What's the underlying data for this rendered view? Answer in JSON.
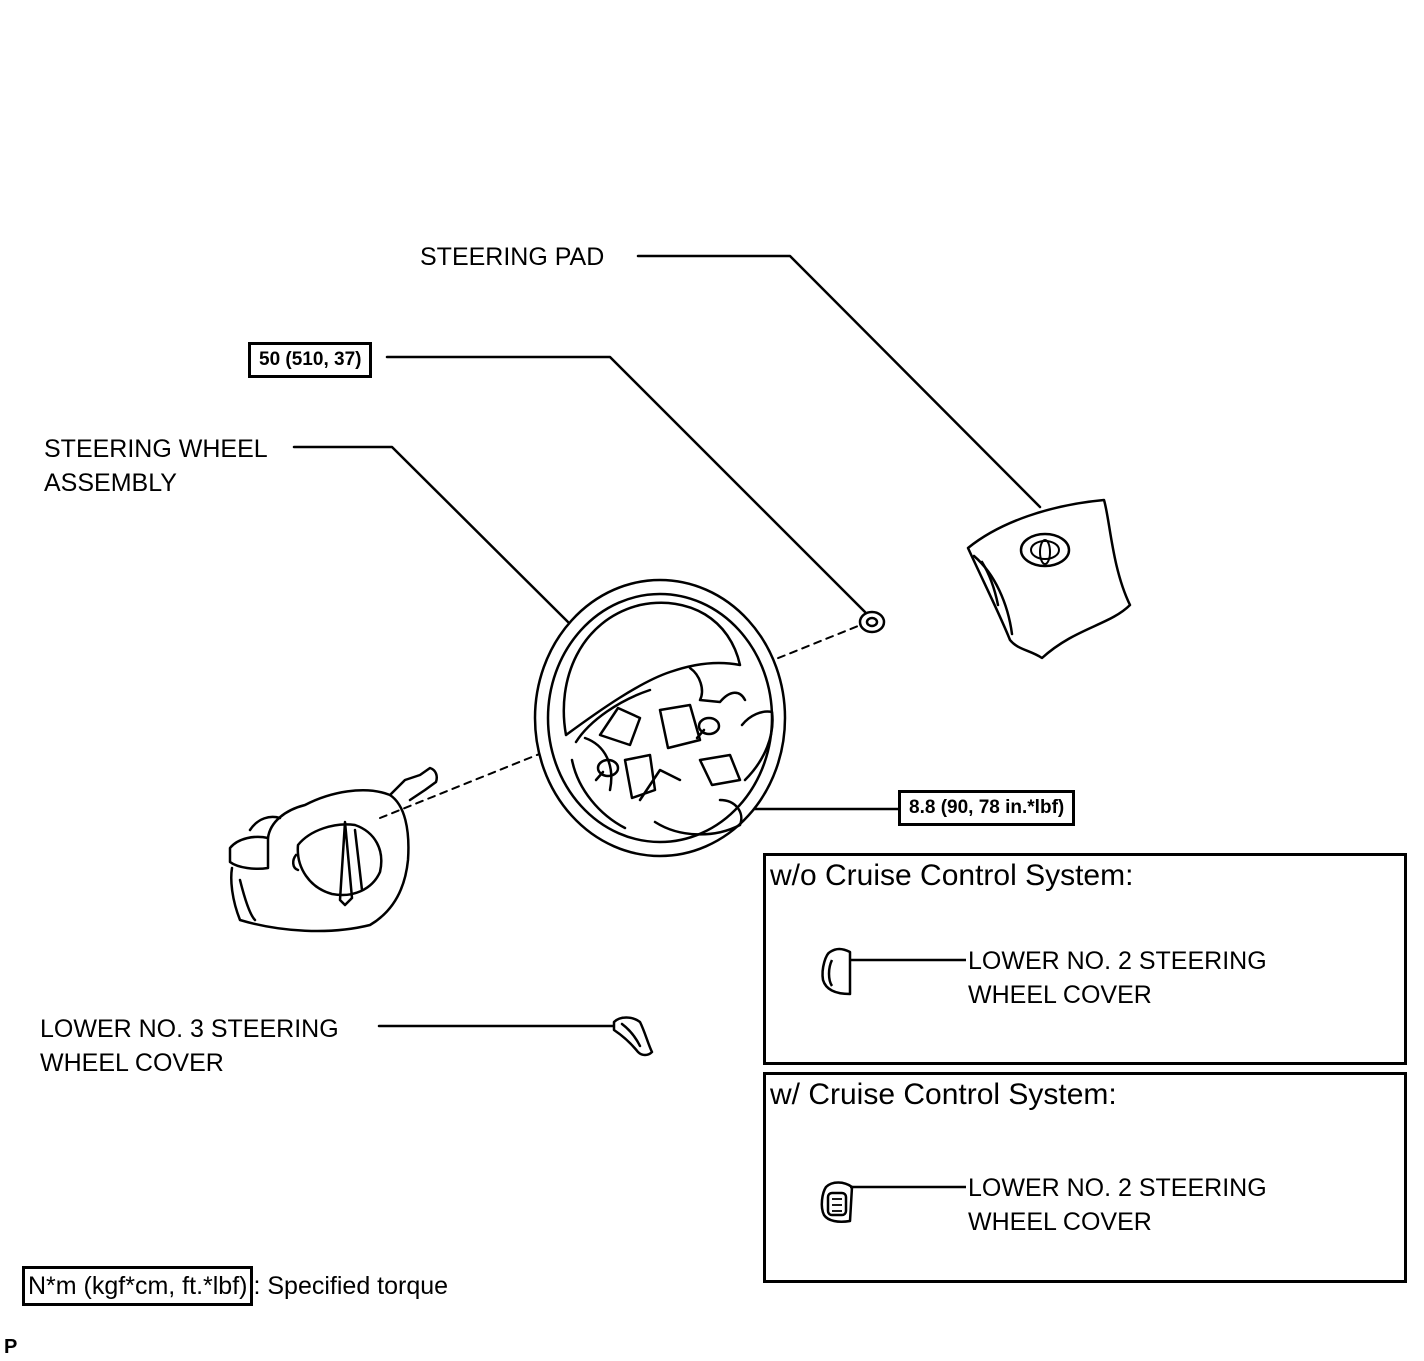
{
  "labels": {
    "steering_pad": "STEERING PAD",
    "steering_wheel_line1": "STEERING WHEEL",
    "steering_wheel_line2": "ASSEMBLY",
    "lower_no3_line1": "LOWER NO. 3 STEERING",
    "lower_no3_line2": "WHEEL COVER"
  },
  "torques": {
    "nut": "50 (510, 37)",
    "screws": "8.8 (90, 78 in.*lbf)"
  },
  "panels": {
    "without_cruise": {
      "title": "w/o Cruise Control System:",
      "label_line1": "LOWER NO. 2 STEERING",
      "label_line2": "WHEEL COVER"
    },
    "with_cruise": {
      "title": "w/ Cruise Control System:",
      "label_line1": "LOWER NO. 2 STEERING",
      "label_line2": "WHEEL COVER"
    }
  },
  "legend": {
    "units": "N*m (kgf*cm, ft.*lbf)",
    "description": ": Specified torque"
  },
  "corner_mark": "P"
}
